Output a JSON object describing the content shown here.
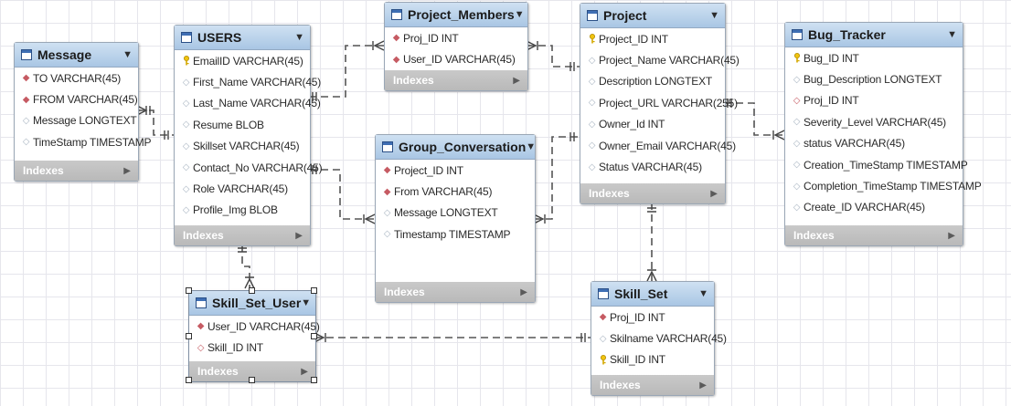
{
  "tables": [
    {
      "id": "message",
      "name": "Message",
      "footer": "Indexes",
      "columns": [
        {
          "icon": "fk",
          "text": "TO VARCHAR(45)"
        },
        {
          "icon": "fk",
          "text": "FROM VARCHAR(45)"
        },
        {
          "icon": "col",
          "text": "Message LONGTEXT"
        },
        {
          "icon": "col",
          "text": "TimeStamp TIMESTAMP"
        }
      ]
    },
    {
      "id": "users",
      "name": "USERS",
      "footer": "Indexes",
      "columns": [
        {
          "icon": "pk",
          "text": "EmailID VARCHAR(45)"
        },
        {
          "icon": "col",
          "text": "First_Name VARCHAR(45)"
        },
        {
          "icon": "col",
          "text": "Last_Name VARCHAR(45)"
        },
        {
          "icon": "col",
          "text": "Resume BLOB"
        },
        {
          "icon": "col",
          "text": "Skillset VARCHAR(45)"
        },
        {
          "icon": "col",
          "text": "Contact_No VARCHAR(45)"
        },
        {
          "icon": "col",
          "text": "Role VARCHAR(45)"
        },
        {
          "icon": "col",
          "text": "Profile_Img BLOB"
        }
      ]
    },
    {
      "id": "project_members",
      "name": "Project_Members",
      "footer": "Indexes",
      "columns": [
        {
          "icon": "fk",
          "text": "Proj_ID INT"
        },
        {
          "icon": "fk",
          "text": "User_ID VARCHAR(45)"
        }
      ]
    },
    {
      "id": "group_conversation",
      "name": "Group_Conversation",
      "footer": "Indexes",
      "columns": [
        {
          "icon": "fk",
          "text": "Project_ID INT"
        },
        {
          "icon": "fk",
          "text": "From VARCHAR(45)"
        },
        {
          "icon": "col",
          "text": "Message LONGTEXT"
        },
        {
          "icon": "col",
          "text": "Timestamp TIMESTAMP"
        }
      ]
    },
    {
      "id": "project",
      "name": "Project",
      "footer": "Indexes",
      "columns": [
        {
          "icon": "pk",
          "text": "Project_ID INT"
        },
        {
          "icon": "col",
          "text": "Project_Name VARCHAR(45)"
        },
        {
          "icon": "col",
          "text": "Description LONGTEXT"
        },
        {
          "icon": "col",
          "text": "Project_URL VARCHAR(255)"
        },
        {
          "icon": "col",
          "text": "Owner_Id INT"
        },
        {
          "icon": "col",
          "text": "Owner_Email VARCHAR(45)"
        },
        {
          "icon": "col",
          "text": "Status VARCHAR(45)"
        }
      ]
    },
    {
      "id": "bug_tracker",
      "name": "Bug_Tracker",
      "footer": "Indexes",
      "columns": [
        {
          "icon": "pk",
          "text": "Bug_ID INT"
        },
        {
          "icon": "col",
          "text": "Bug_Description LONGTEXT"
        },
        {
          "icon": "fkr",
          "text": "Proj_ID INT"
        },
        {
          "icon": "col",
          "text": "Severity_Level VARCHAR(45)"
        },
        {
          "icon": "col",
          "text": "status VARCHAR(45)"
        },
        {
          "icon": "col",
          "text": "Creation_TimeStamp TIMESTAMP"
        },
        {
          "icon": "col",
          "text": "Completion_TimeStamp TIMESTAMP"
        },
        {
          "icon": "col",
          "text": "Create_ID VARCHAR(45)"
        }
      ]
    },
    {
      "id": "skill_set_user",
      "name": "Skill_Set_User",
      "footer": "Indexes",
      "columns": [
        {
          "icon": "fk",
          "text": "User_ID VARCHAR(45)"
        },
        {
          "icon": "fkr",
          "text": "Skill_ID INT"
        }
      ]
    },
    {
      "id": "skill_set",
      "name": "Skill_Set",
      "footer": "Indexes",
      "columns": [
        {
          "icon": "fk",
          "text": "Proj_ID INT"
        },
        {
          "icon": "col",
          "text": "Skilname VARCHAR(45)"
        },
        {
          "icon": "pk",
          "text": "Skill_ID INT"
        }
      ]
    }
  ],
  "colors": {
    "header_top": "#cfe1f2",
    "header_bottom": "#a9c6e4",
    "footer": "#c0c0c0",
    "connector": "#555555",
    "grid": "#e6e6ec"
  }
}
